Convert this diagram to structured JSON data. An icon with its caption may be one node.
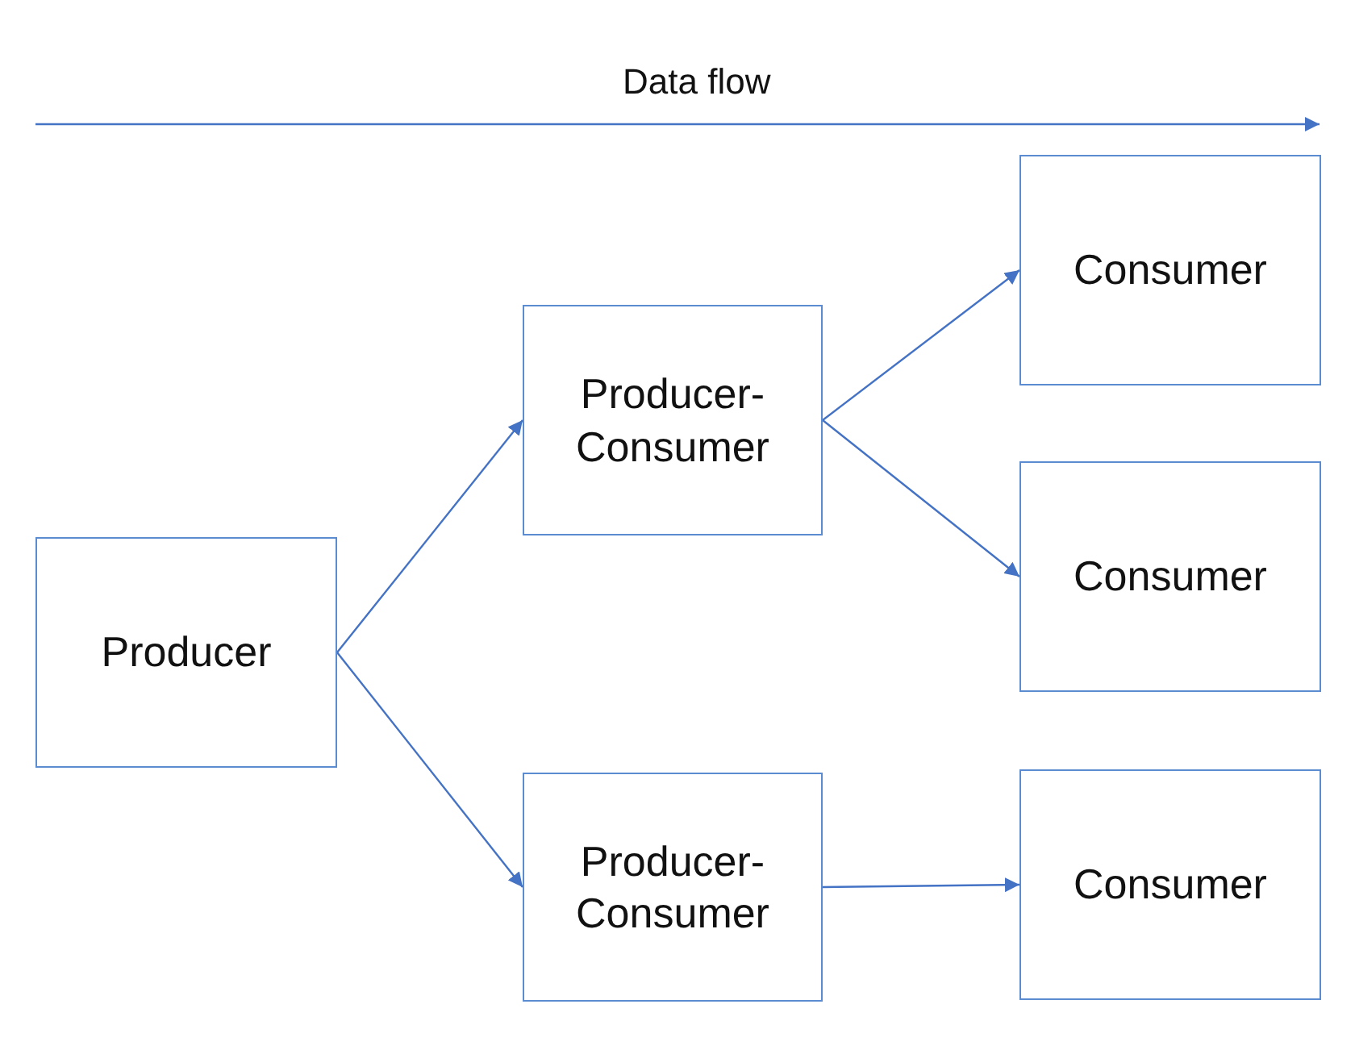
{
  "diagram": {
    "nodes": [
      {
        "text": [
          "Producer"
        ]
      },
      {
        "text": [
          "Producer-Consumer"
        ]
      },
      {
        "text": [
          "Producer-Consumer"
        ]
      },
      {
        "text": [
          "Consumer"
        ]
      },
      {
        "text": [
          "Consumer"
        ]
      },
      {
        "text": [
          "Consumer"
        ]
      }
    ],
    "edges": [
      {
        "from": 0,
        "to": 1,
        "arrow": "to"
      },
      {
        "from": 0,
        "to": 2,
        "arrow": "to"
      },
      {
        "from": 1,
        "to": 3,
        "arrow": "to"
      },
      {
        "from": 1,
        "to": 4,
        "arrow": "to"
      },
      {
        "from": 2,
        "to": 5,
        "arrow": "to"
      }
    ],
    "labels": [
      "Data flow"
    ]
  }
}
